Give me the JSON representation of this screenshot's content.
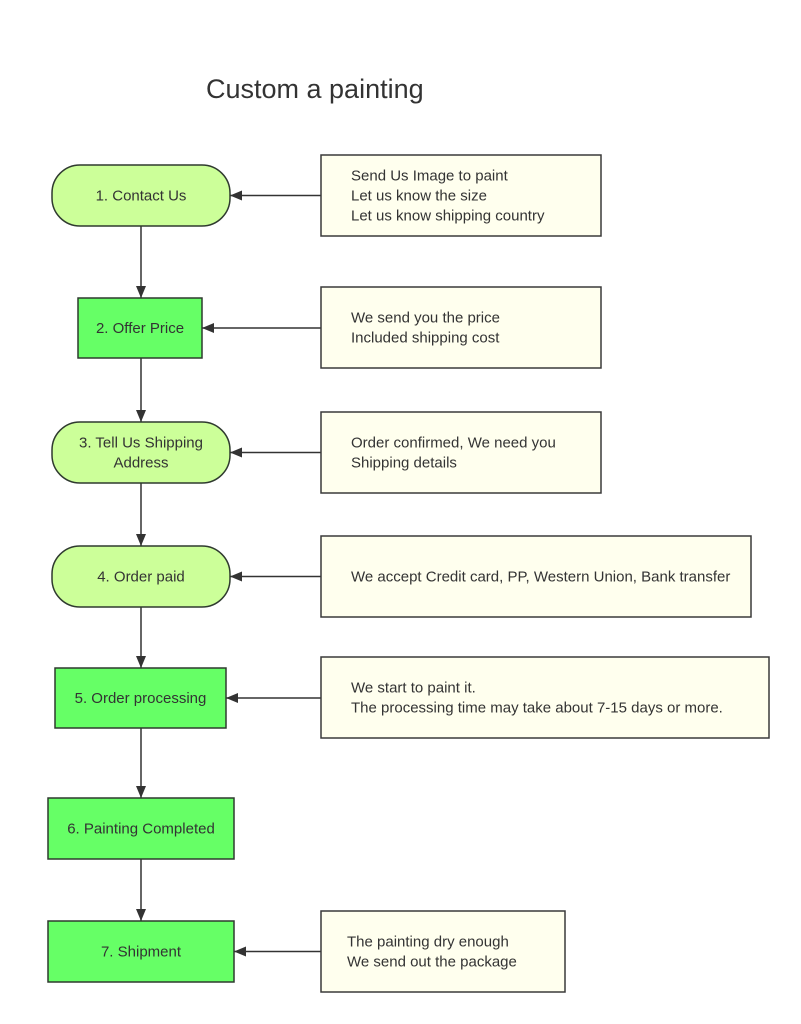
{
  "title": "Custom a painting",
  "steps": [
    {
      "id": "contact-us",
      "shape": "rounded",
      "lines": [
        "1. Contact Us"
      ]
    },
    {
      "id": "offer-price",
      "shape": "square",
      "lines": [
        "2. Offer Price"
      ]
    },
    {
      "id": "tell-shipping-address",
      "shape": "rounded",
      "lines": [
        "3. Tell Us Shipping",
        "Address"
      ]
    },
    {
      "id": "order-paid",
      "shape": "rounded",
      "lines": [
        "4. Order paid"
      ]
    },
    {
      "id": "order-processing",
      "shape": "square",
      "lines": [
        "5. Order processing"
      ]
    },
    {
      "id": "painting-completed",
      "shape": "square",
      "lines": [
        "6. Painting Completed"
      ]
    },
    {
      "id": "shipment",
      "shape": "square",
      "lines": [
        "7. Shipment"
      ]
    }
  ],
  "notes": [
    {
      "step": "contact-us",
      "lines": [
        "Send Us Image to paint",
        "Let us know the size",
        "Let us know shipping country"
      ]
    },
    {
      "step": "offer-price",
      "lines": [
        "We send you the price",
        "Included shipping cost"
      ]
    },
    {
      "step": "tell-shipping-address",
      "lines": [
        "Order confirmed, We need you",
        "Shipping details"
      ]
    },
    {
      "step": "order-paid",
      "lines": [
        "We accept Credit card, PP, Western Union, Bank transfer"
      ]
    },
    {
      "step": "order-processing",
      "lines": [
        "We start to paint it.",
        "The processing time may take about 7-15 days or more."
      ]
    },
    {
      "step": "shipment",
      "lines": [
        "The painting dry enough",
        "We send out the package"
      ]
    }
  ]
}
